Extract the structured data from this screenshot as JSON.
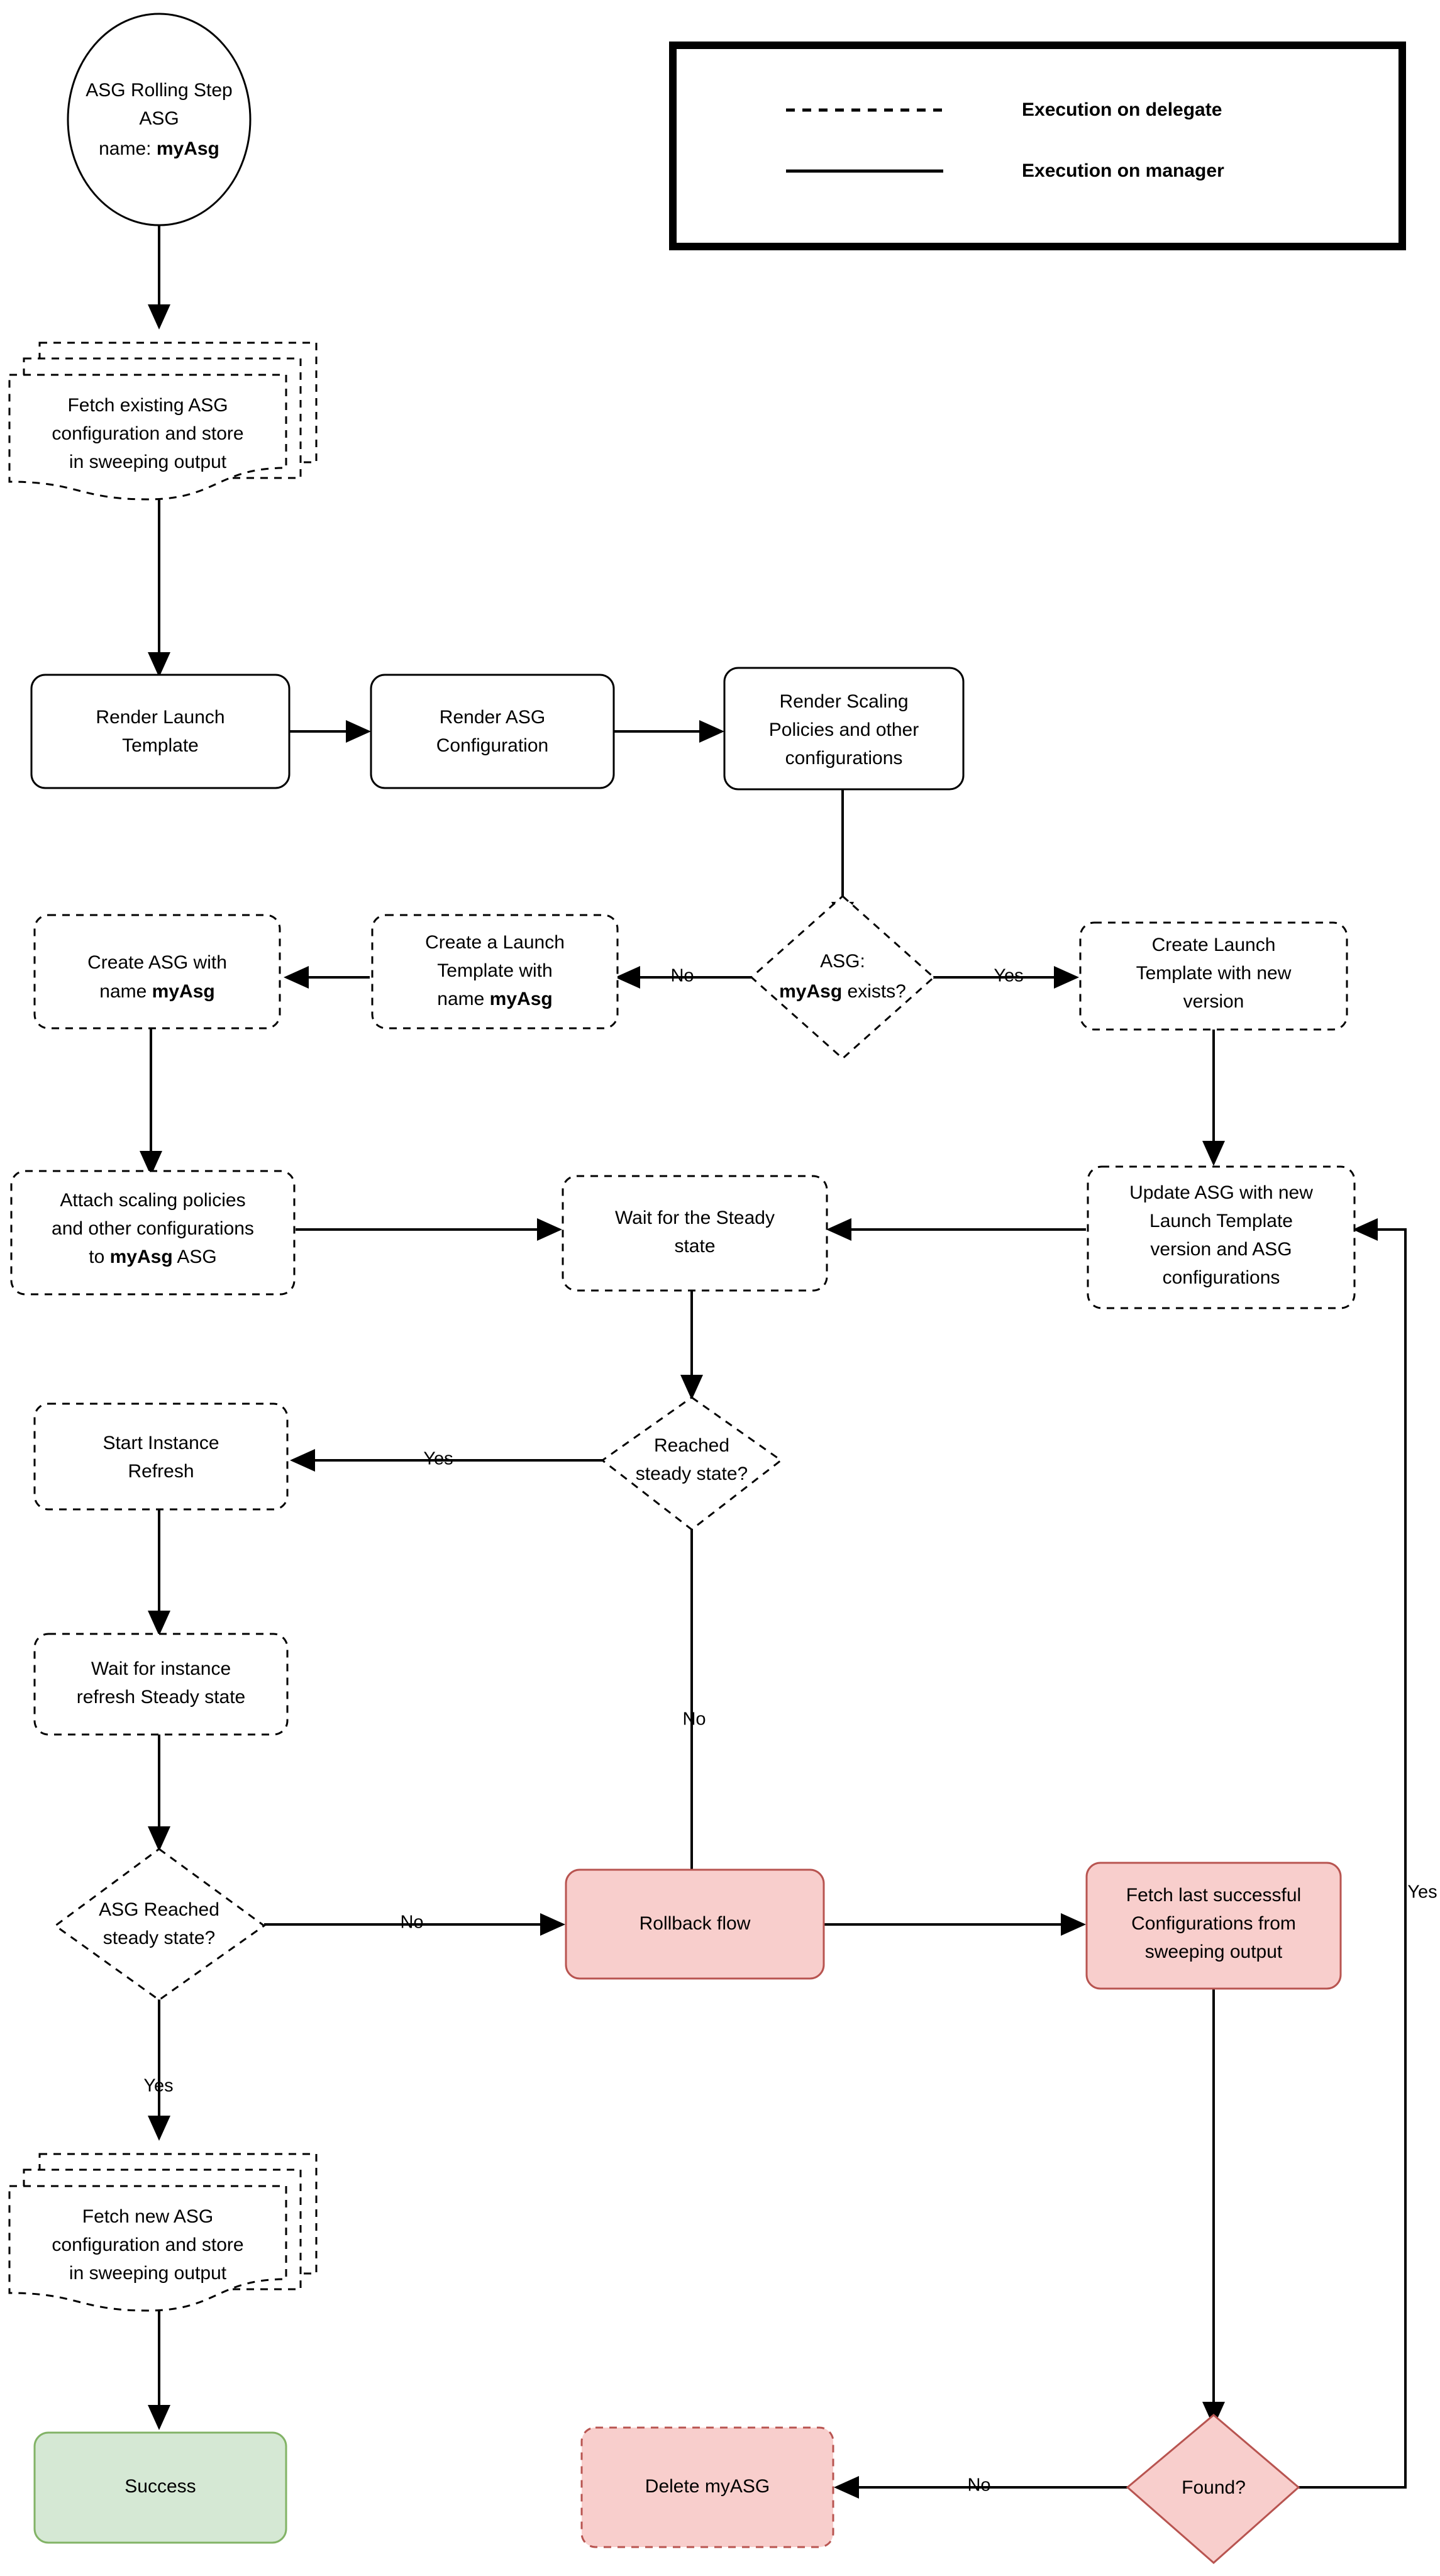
{
  "diagram": {
    "title": "ASG Rolling Step Flowchart",
    "colors": {
      "red_fill": "#f8cecc",
      "red_stroke": "#b85450",
      "green_fill": "#d5e8d4",
      "green_stroke": "#82b366",
      "default_stroke": "#000000",
      "default_fill": "#ffffff"
    }
  },
  "legend": {
    "items": [
      {
        "style": "dashed",
        "label": "Execution on delegate"
      },
      {
        "style": "solid",
        "label": "Execution on manager"
      }
    ]
  },
  "nodes": {
    "start": {
      "shape": "ellipse",
      "line1": "ASG Rolling Step",
      "line2": "ASG",
      "line3_prefix": "name: ",
      "line3_bold": "myAsg"
    },
    "fetch_existing": {
      "shape": "multi-document",
      "line1": "Fetch existing ASG",
      "line2": "configuration and store",
      "line3": "in sweeping output"
    },
    "render_launch_template": {
      "shape": "rounded-rect",
      "line1": "Render Launch",
      "line2": "Template"
    },
    "render_asg_config": {
      "shape": "rounded-rect",
      "line1": "Render ASG",
      "line2": "Configuration"
    },
    "render_scaling_policies": {
      "shape": "rounded-rect",
      "line1": "Render Scaling",
      "line2": "Policies and other",
      "line3": "configurations"
    },
    "asg_exists": {
      "shape": "diamond",
      "line1": "ASG:",
      "line2_bold": "myAsg",
      "line2_rest": " exists?"
    },
    "create_launch_template_version": {
      "shape": "rounded-rect",
      "line1": "Create Launch",
      "line2": "Template with new",
      "line3": "version"
    },
    "create_launch_template_named": {
      "shape": "rounded-rect",
      "line1": "Create a Launch",
      "line2": "Template with",
      "line3_prefix": "name ",
      "line3_bold": "myAsg"
    },
    "create_asg": {
      "shape": "rounded-rect",
      "line1": "Create ASG with",
      "line2_prefix": "name ",
      "line2_bold": "myAsg"
    },
    "attach_scaling_policies": {
      "shape": "rounded-rect",
      "line1": "Attach scaling policies",
      "line2": "and other configurations",
      "line3_prefix": "to ",
      "line3_bold": "myAsg",
      "line3_suffix": " ASG"
    },
    "wait_steady": {
      "shape": "rounded-rect",
      "line1": "Wait for the Steady",
      "line2": "state"
    },
    "update_asg": {
      "shape": "rounded-rect",
      "line1": "Update ASG with new",
      "line2": "Launch Template",
      "line3": "version and ASG",
      "line4": "configurations"
    },
    "reached_steady": {
      "shape": "diamond",
      "line1": "Reached",
      "line2": "steady state?"
    },
    "start_instance_refresh": {
      "shape": "rounded-rect",
      "line1": "Start Instance",
      "line2": "Refresh"
    },
    "wait_instance_refresh": {
      "shape": "rounded-rect",
      "line1": "Wait for instance",
      "line2": "refresh Steady state"
    },
    "asg_reached_steady": {
      "shape": "diamond",
      "line1": "ASG Reached",
      "line2": "steady state?"
    },
    "rollback_flow": {
      "shape": "rounded-rect",
      "line1": "Rollback flow"
    },
    "fetch_last_successful": {
      "shape": "rounded-rect",
      "line1": "Fetch last successful",
      "line2": "Configurations from",
      "line3": "sweeping output"
    },
    "fetch_new_asg": {
      "shape": "multi-document",
      "line1": "Fetch new ASG",
      "line2": "configuration and store",
      "line3": "in sweeping output"
    },
    "success": {
      "shape": "rounded-rect",
      "line1": "Success"
    },
    "delete_myasg": {
      "shape": "rounded-rect",
      "line1": "Delete myASG"
    },
    "found": {
      "shape": "diamond",
      "line1": "Found?"
    }
  },
  "edge_labels": {
    "exists_no": "No",
    "exists_yes": "Yes",
    "reached_yes": "Yes",
    "reached_no": "No",
    "asg_reached_no": "No",
    "asg_reached_yes": "Yes",
    "found_no": "No",
    "found_yes": "Yes"
  }
}
